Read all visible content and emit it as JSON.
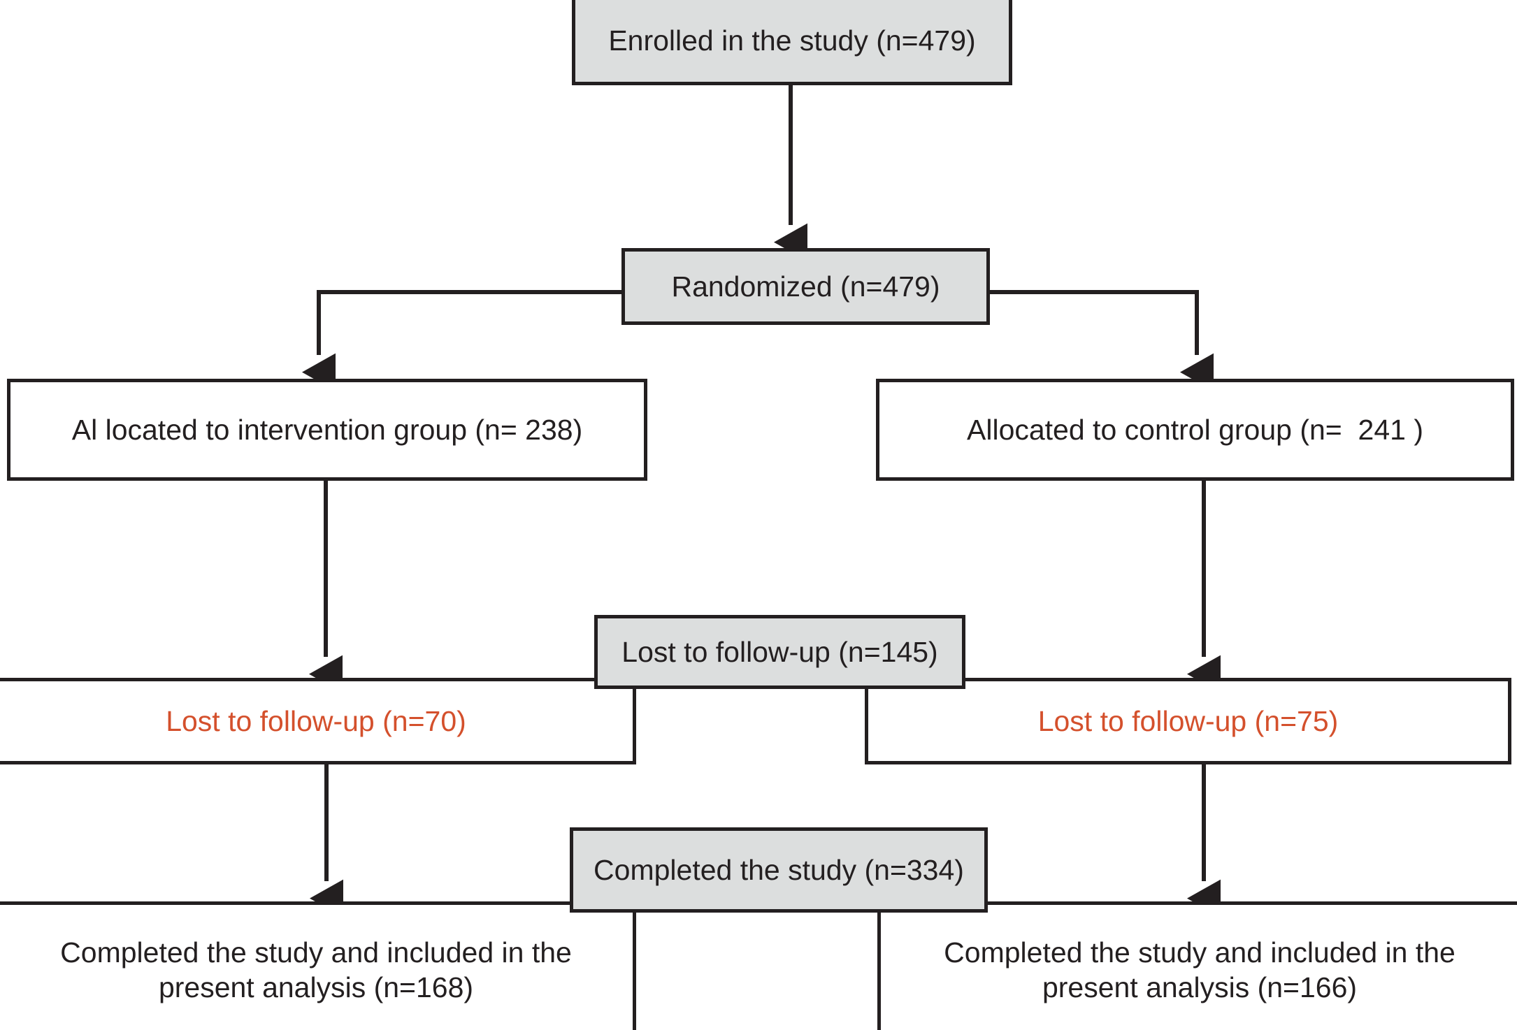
{
  "diagram": {
    "type": "consort-flow-diagram",
    "colors": {
      "shaded_fill": "#DCDEDE",
      "plain_fill": "#FFFFFF",
      "stroke": "#231F20",
      "lost_text": "#D4502C"
    },
    "nodes": {
      "enrolled": {
        "label": "Enrolled in the study (n=479)",
        "n": 479,
        "style": "shaded"
      },
      "randomized": {
        "label": "Randomized (n=479)",
        "n": 479,
        "style": "shaded"
      },
      "allocated_intervention": {
        "label": "Al located to intervention group (n= 238)",
        "n": 238,
        "style": "plain"
      },
      "allocated_control": {
        "label": "Allocated to control group (n=  241 )",
        "n": 241,
        "style": "plain"
      },
      "lost_total": {
        "label": "Lost to follow-up (n=145)",
        "n": 145,
        "style": "shaded"
      },
      "lost_intervention": {
        "label": "Lost to follow-up (n=70)",
        "n": 70,
        "style": "plain"
      },
      "lost_control": {
        "label": "Lost to follow-up (n=75)",
        "n": 75,
        "style": "plain"
      },
      "completed_total": {
        "label": "Completed the study (n=334)",
        "n": 334,
        "style": "shaded"
      },
      "completed_intervention": {
        "label": "Completed the study and included in the\npresent analysis (n=168)",
        "n": 168,
        "style": "plain"
      },
      "completed_control": {
        "label": "Completed the study and included in the\npresent analysis (n=166)",
        "n": 166,
        "style": "plain"
      }
    },
    "edges": [
      {
        "from": "enrolled",
        "to": "randomized",
        "kind": "straight-arrow"
      },
      {
        "from": "randomized",
        "to": "allocated_intervention",
        "kind": "elbow-arrow-left"
      },
      {
        "from": "randomized",
        "to": "allocated_control",
        "kind": "elbow-arrow-right"
      },
      {
        "from": "allocated_intervention",
        "to": "lost_intervention",
        "kind": "straight-arrow"
      },
      {
        "from": "allocated_control",
        "to": "lost_control",
        "kind": "straight-arrow"
      },
      {
        "from": "lost_intervention",
        "to": "completed_intervention",
        "kind": "straight-arrow"
      },
      {
        "from": "lost_control",
        "to": "completed_control",
        "kind": "straight-arrow"
      }
    ]
  }
}
